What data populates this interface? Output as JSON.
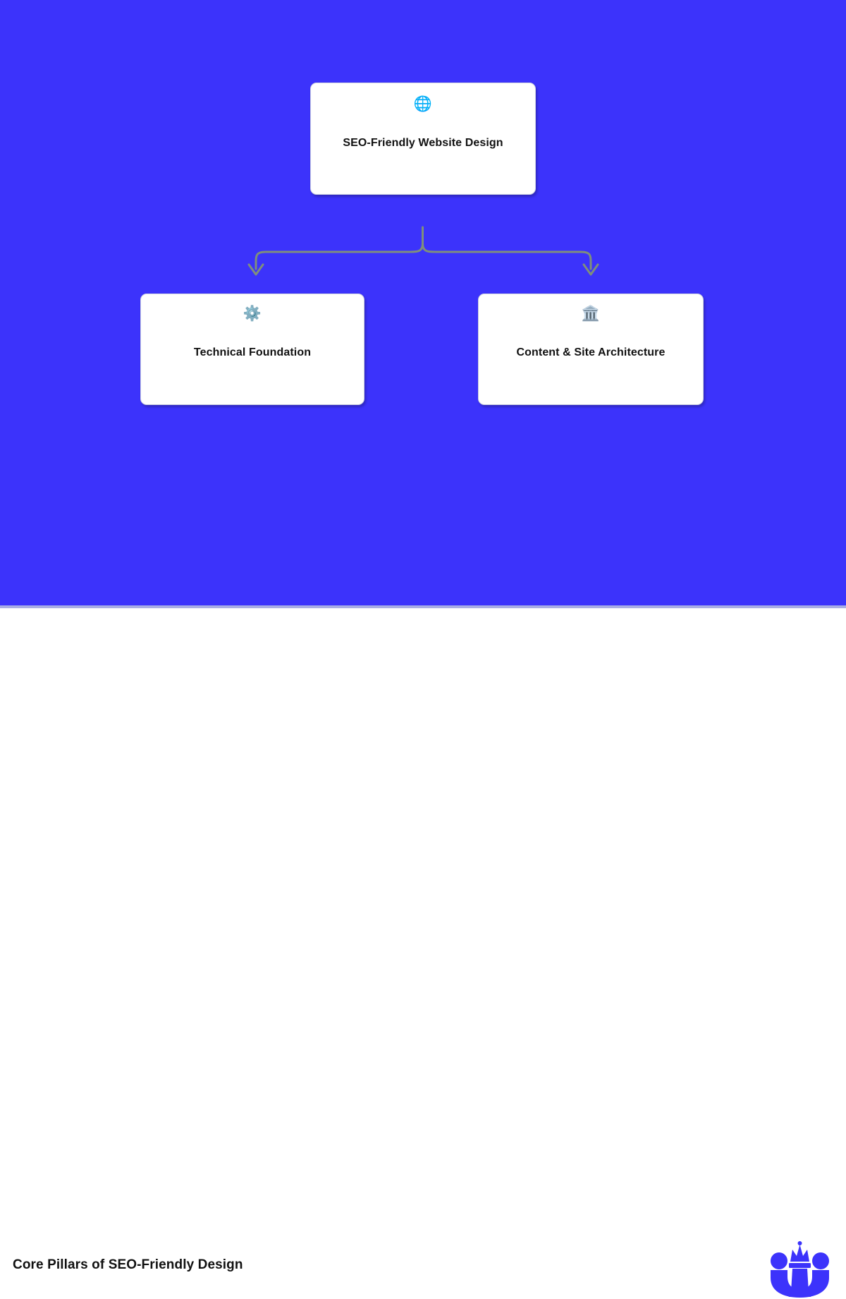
{
  "canvas": {
    "background_color": "#3c33fb",
    "connector_color": "#7f8f7c"
  },
  "diagram": {
    "type": "tree",
    "root": {
      "icon": "globe-icon",
      "icon_glyph": "🌐",
      "label": "SEO-Friendly Website Design"
    },
    "children": [
      {
        "icon": "gear-icon",
        "icon_glyph": "⚙️",
        "label": "Technical Foundation"
      },
      {
        "icon": "classical-building-icon",
        "icon_glyph": "🏛️",
        "label": "Content & Site Architecture"
      }
    ]
  },
  "footer": {
    "title": "Core Pillars of SEO-Friendly Design",
    "logo": {
      "name": "chess-queen-pawns-logo",
      "color": "#3c33fb"
    }
  }
}
